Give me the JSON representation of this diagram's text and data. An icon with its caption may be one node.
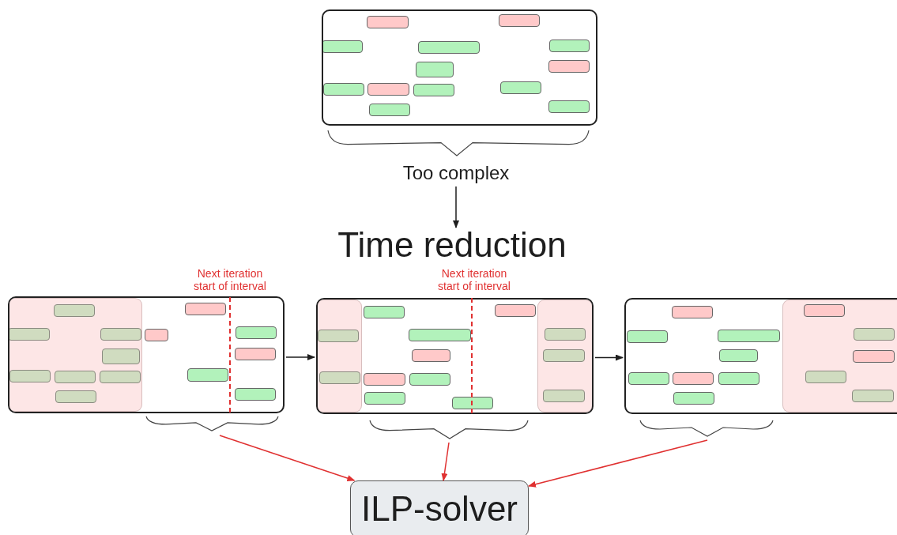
{
  "diagram": {
    "nodes": [
      {
        "text": [],
        "shape": "box"
      },
      {
        "text": [
          "Too complex"
        ]
      },
      {
        "text": [
          "Time reduction"
        ]
      },
      {
        "text": [],
        "shape": "box",
        "beside": [
          "Next iteration start of interval"
        ]
      },
      {
        "text": [],
        "shape": "box",
        "beside": [
          "Next iteration start of interval"
        ]
      },
      {
        "text": [],
        "shape": "box"
      },
      {
        "text": [
          "ILP-solver"
        ]
      }
    ],
    "edges": [
      {
        "from": 1,
        "to": 2,
        "arrow": "to"
      },
      {
        "from": 3,
        "to": 4,
        "arrow": "to"
      },
      {
        "from": 4,
        "to": 5,
        "arrow": "to"
      },
      {
        "from": 3,
        "to": 6,
        "arrow": "to",
        "color": "#e03131"
      },
      {
        "from": 4,
        "to": 6,
        "arrow": "to",
        "color": "#e03131"
      },
      {
        "from": 5,
        "to": 6,
        "arrow": "to",
        "color": "#e03131"
      }
    ]
  }
}
